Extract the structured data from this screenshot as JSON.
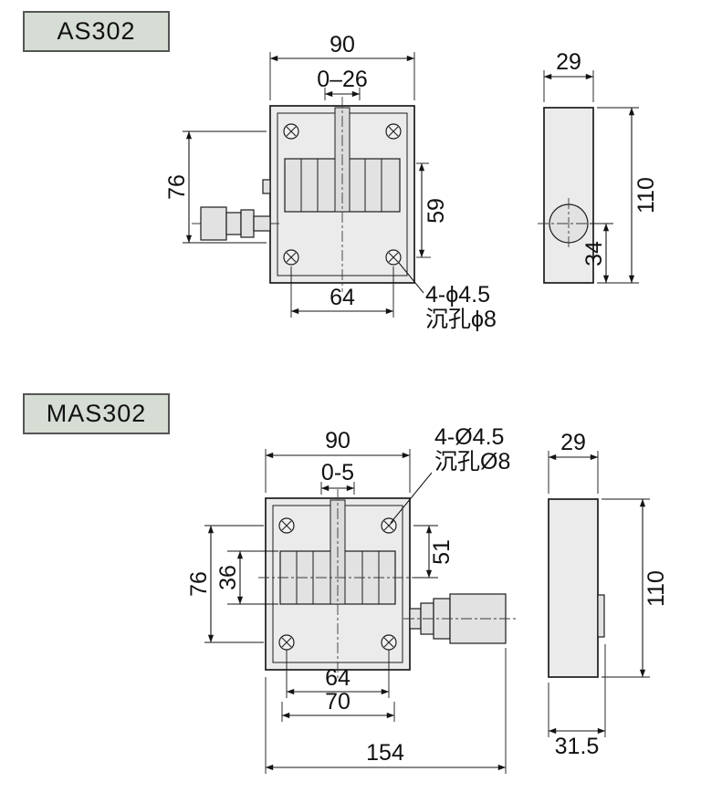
{
  "as302": {
    "title": "AS302",
    "dims": {
      "top_width": "90",
      "travel": "0–26",
      "left_height": "76",
      "right_height": "59",
      "hole_spacing": "64",
      "hole_note_line1": "4-ϕ4.5",
      "hole_note_line2": "沉孔ϕ8",
      "side_depth": "29",
      "side_height": "110",
      "side_hole_offset": "34"
    }
  },
  "mas302": {
    "title": "MAS302",
    "dims": {
      "top_width": "90",
      "travel": "0-5",
      "hole_note_line1": "4-Ø4.5",
      "hole_note_line2": "沉孔Ø8",
      "left_height": "76",
      "stage_height": "36",
      "right_height": "51",
      "hole_spacing": "64",
      "base_width": "70",
      "total_length": "154",
      "side_depth": "29",
      "side_height": "110",
      "side_offset": "31.5"
    }
  },
  "colors": {
    "page_background": "#ffffff",
    "label_background": "#d6ddd4",
    "label_border": "#555555",
    "line": "#1c1c1c",
    "body_fill": "#ebebeb"
  }
}
